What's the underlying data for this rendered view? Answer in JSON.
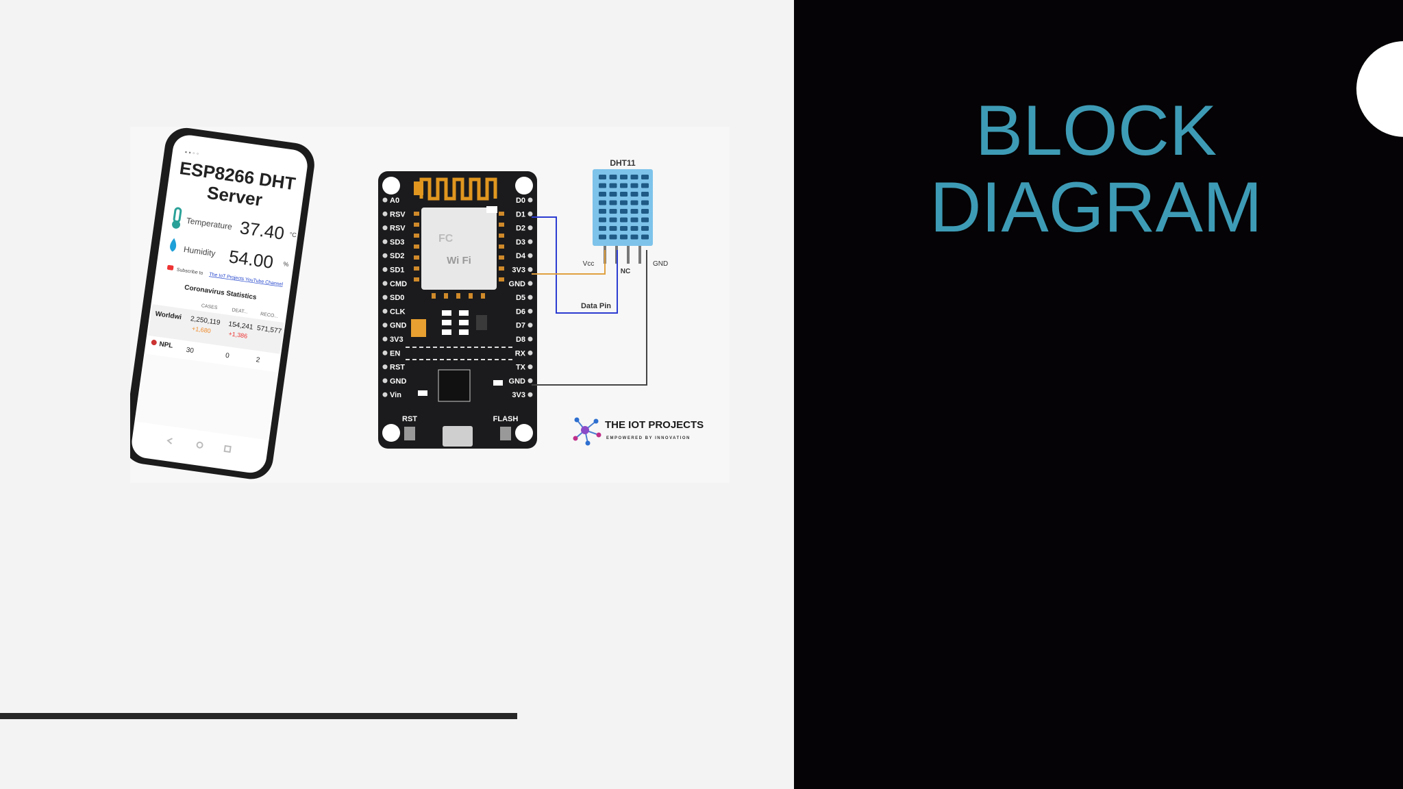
{
  "slide": {
    "title_line1": "BLOCK",
    "title_line2": "DIAGRAM",
    "colors": {
      "title": "#3e9bb5",
      "right_panel": "#050305",
      "left_panel": "#f3f3f3",
      "accent_bar": "#262626"
    }
  },
  "phone": {
    "app_title_line1": "ESP8266 DHT",
    "app_title_line2": "Server",
    "temperature_label": "Temperature",
    "temperature_value": "37.40",
    "temperature_unit": "°C",
    "humidity_label": "Humidity",
    "humidity_value": "54.00",
    "humidity_unit": "%",
    "subscribe_text": "Subscribe to",
    "subscribe_link": "The IoT Projects YouTube Channel",
    "stats_title": "Coronavirus Statistics",
    "stats_headers": [
      "CASES",
      "DEAT...",
      "RECO..."
    ],
    "stats_rows": [
      {
        "label": "Worldwi",
        "cases": "2,250,119",
        "cases_delta": "+1,680",
        "deaths": "154,241",
        "deaths_delta": "+1,386",
        "recovered": "571,577"
      },
      {
        "label": "NPL",
        "cases": "30",
        "deaths": "0",
        "recovered": "2"
      }
    ]
  },
  "board": {
    "left_pins": [
      "A0",
      "RSV",
      "RSV",
      "SD3",
      "SD2",
      "SD1",
      "CMD",
      "SD0",
      "CLK",
      "GND",
      "3V3",
      "EN",
      "RST",
      "GND",
      "Vin"
    ],
    "right_pins": [
      "D0",
      "D1",
      "D2",
      "D3",
      "D4",
      "3V3",
      "GND",
      "D5",
      "D6",
      "D7",
      "D8",
      "RX",
      "TX",
      "GND",
      "3V3"
    ],
    "rst_label": "RST",
    "flash_label": "FLASH",
    "chip_text": "Wi Fi"
  },
  "sensor": {
    "name": "DHT11",
    "vcc_label": "Vcc",
    "nc_label": "NC",
    "gnd_label": "GND",
    "data_label": "Data Pin"
  },
  "logo": {
    "name": "THE IOT PROJECTS",
    "tagline": "EMPOWERED BY INNOVATION"
  }
}
